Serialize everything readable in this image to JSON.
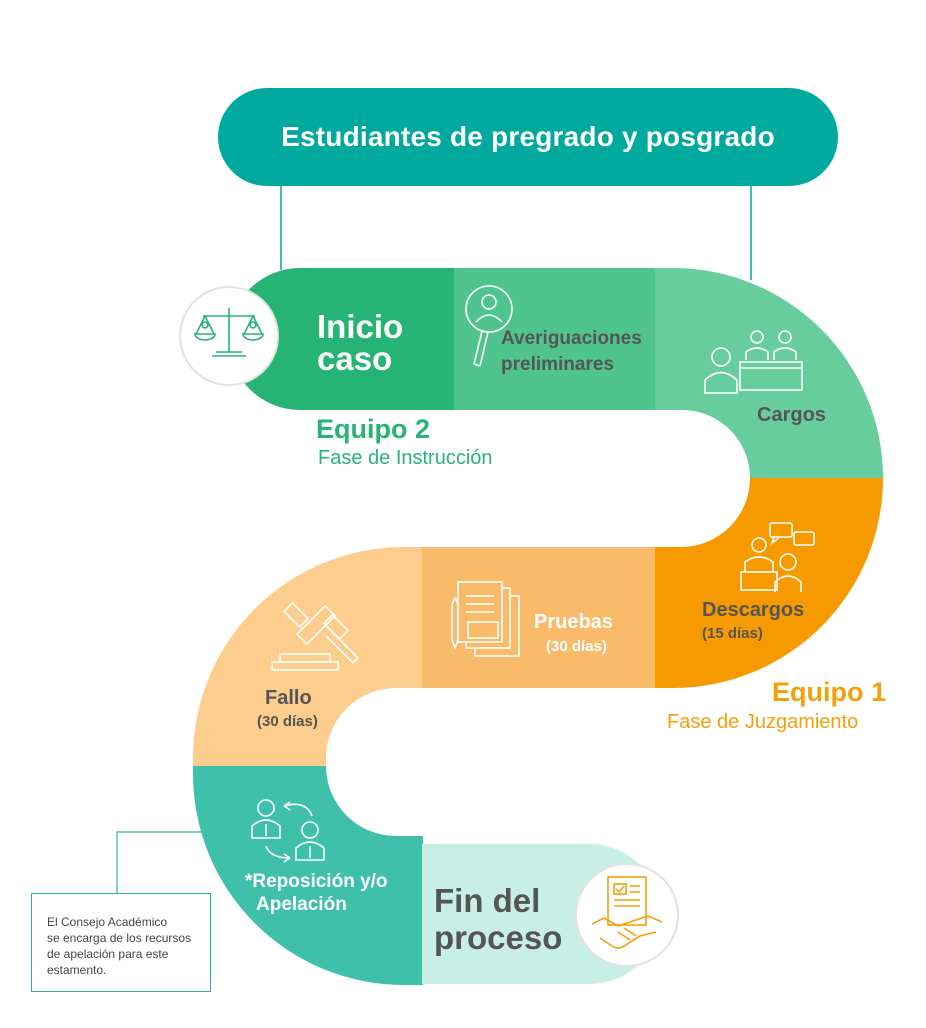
{
  "header": {
    "title": "Estudiantes de pregrado y posgrado"
  },
  "steps": {
    "inicio": {
      "line1": "Inicio",
      "line2": "caso"
    },
    "averiguaciones": {
      "line1": "Averiguaciones",
      "line2": "preliminares"
    },
    "cargos": {
      "label": "Cargos"
    },
    "descargos": {
      "label": "Descargos",
      "duration": "(15 días)"
    },
    "pruebas": {
      "label": "Pruebas",
      "duration": "(30 días)"
    },
    "fallo": {
      "label": "Fallo",
      "duration": "(30 días)"
    },
    "reposicion": {
      "line1": "*Reposición y/o",
      "line2": "Apelación"
    },
    "fin": {
      "line1": "Fin del",
      "line2": "proceso"
    }
  },
  "teams": {
    "equipo2": {
      "name": "Equipo 2",
      "phase": "Fase de Instrucción"
    },
    "equipo1": {
      "name": "Equipo 1",
      "phase": "Fase de Juzgamiento"
    }
  },
  "note": {
    "lines": [
      "El Consejo Académico",
      "se encarga de los recursos",
      "de apelación para este",
      "estamento."
    ]
  },
  "colors": {
    "teal": "#00a99d",
    "green_dark": "#25b473",
    "green_mid": "#50c48d",
    "green_light": "#68cd9c",
    "orange": "#f79a00",
    "orange_mid": "#f9bb6a",
    "orange_light": "#fdcd8d",
    "teal_mid": "#3fc0aa",
    "mint_light": "#c8efe5"
  },
  "icons": [
    "scales-icon",
    "magnifier-person-icon",
    "courtroom-icon",
    "discussion-icon",
    "documents-icon",
    "gavel-icon",
    "exchange-people-icon",
    "handshake-contract-icon"
  ]
}
